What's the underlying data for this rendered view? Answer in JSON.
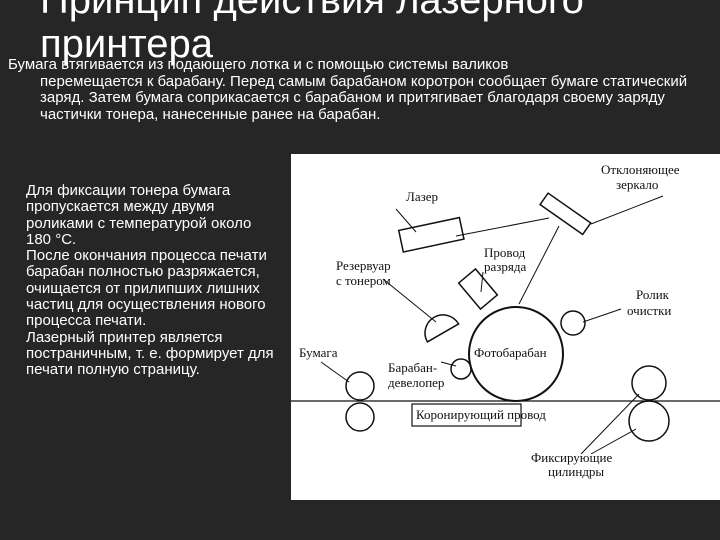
{
  "slide": {
    "title": "Принцип действия лазерного\nпринтера",
    "intro_line1": "Бумага втягивается из подающего лотка и с помощью системы валиков",
    "intro_rest": "перемещается к барабану. Перед самым барабаном коротрон сообщает бумаге статический заряд. Затем бумага соприкасается с барабаном и притягивает благодаря своему заряду частички тонера, нанесенные ранее на барабан.",
    "paragraphs": [
      "Для фиксации тонера бумага пропускается между двумя роликами с температурой около 180 °С.",
      "После окончания процесса печати барабан полностью разряжается, очищается от прилипших лишних частиц для осуществления нового процесса печати.",
      "Лазерный принтер является постраничным, т. е. формирует для печати полную страницу."
    ]
  },
  "diagram": {
    "laser": "Лазер",
    "mirror_line1": "Отклоняющее",
    "mirror_line2": "зеркало",
    "wire_line1": "Провод",
    "wire_line2": "разряда",
    "reservoir_line1": "Резервуар",
    "reservoir_line2": "с тонером",
    "cleaning_line1": "Ролик",
    "cleaning_line2": "очистки",
    "paper": "Бумага",
    "drum": "Фотобарабан",
    "developer_line1": "Барабан-",
    "developer_line2": "девелопер",
    "corona": "Коронирующий провод",
    "fuser_line1": "Фиксирующие",
    "fuser_line2": "цилиндры"
  }
}
